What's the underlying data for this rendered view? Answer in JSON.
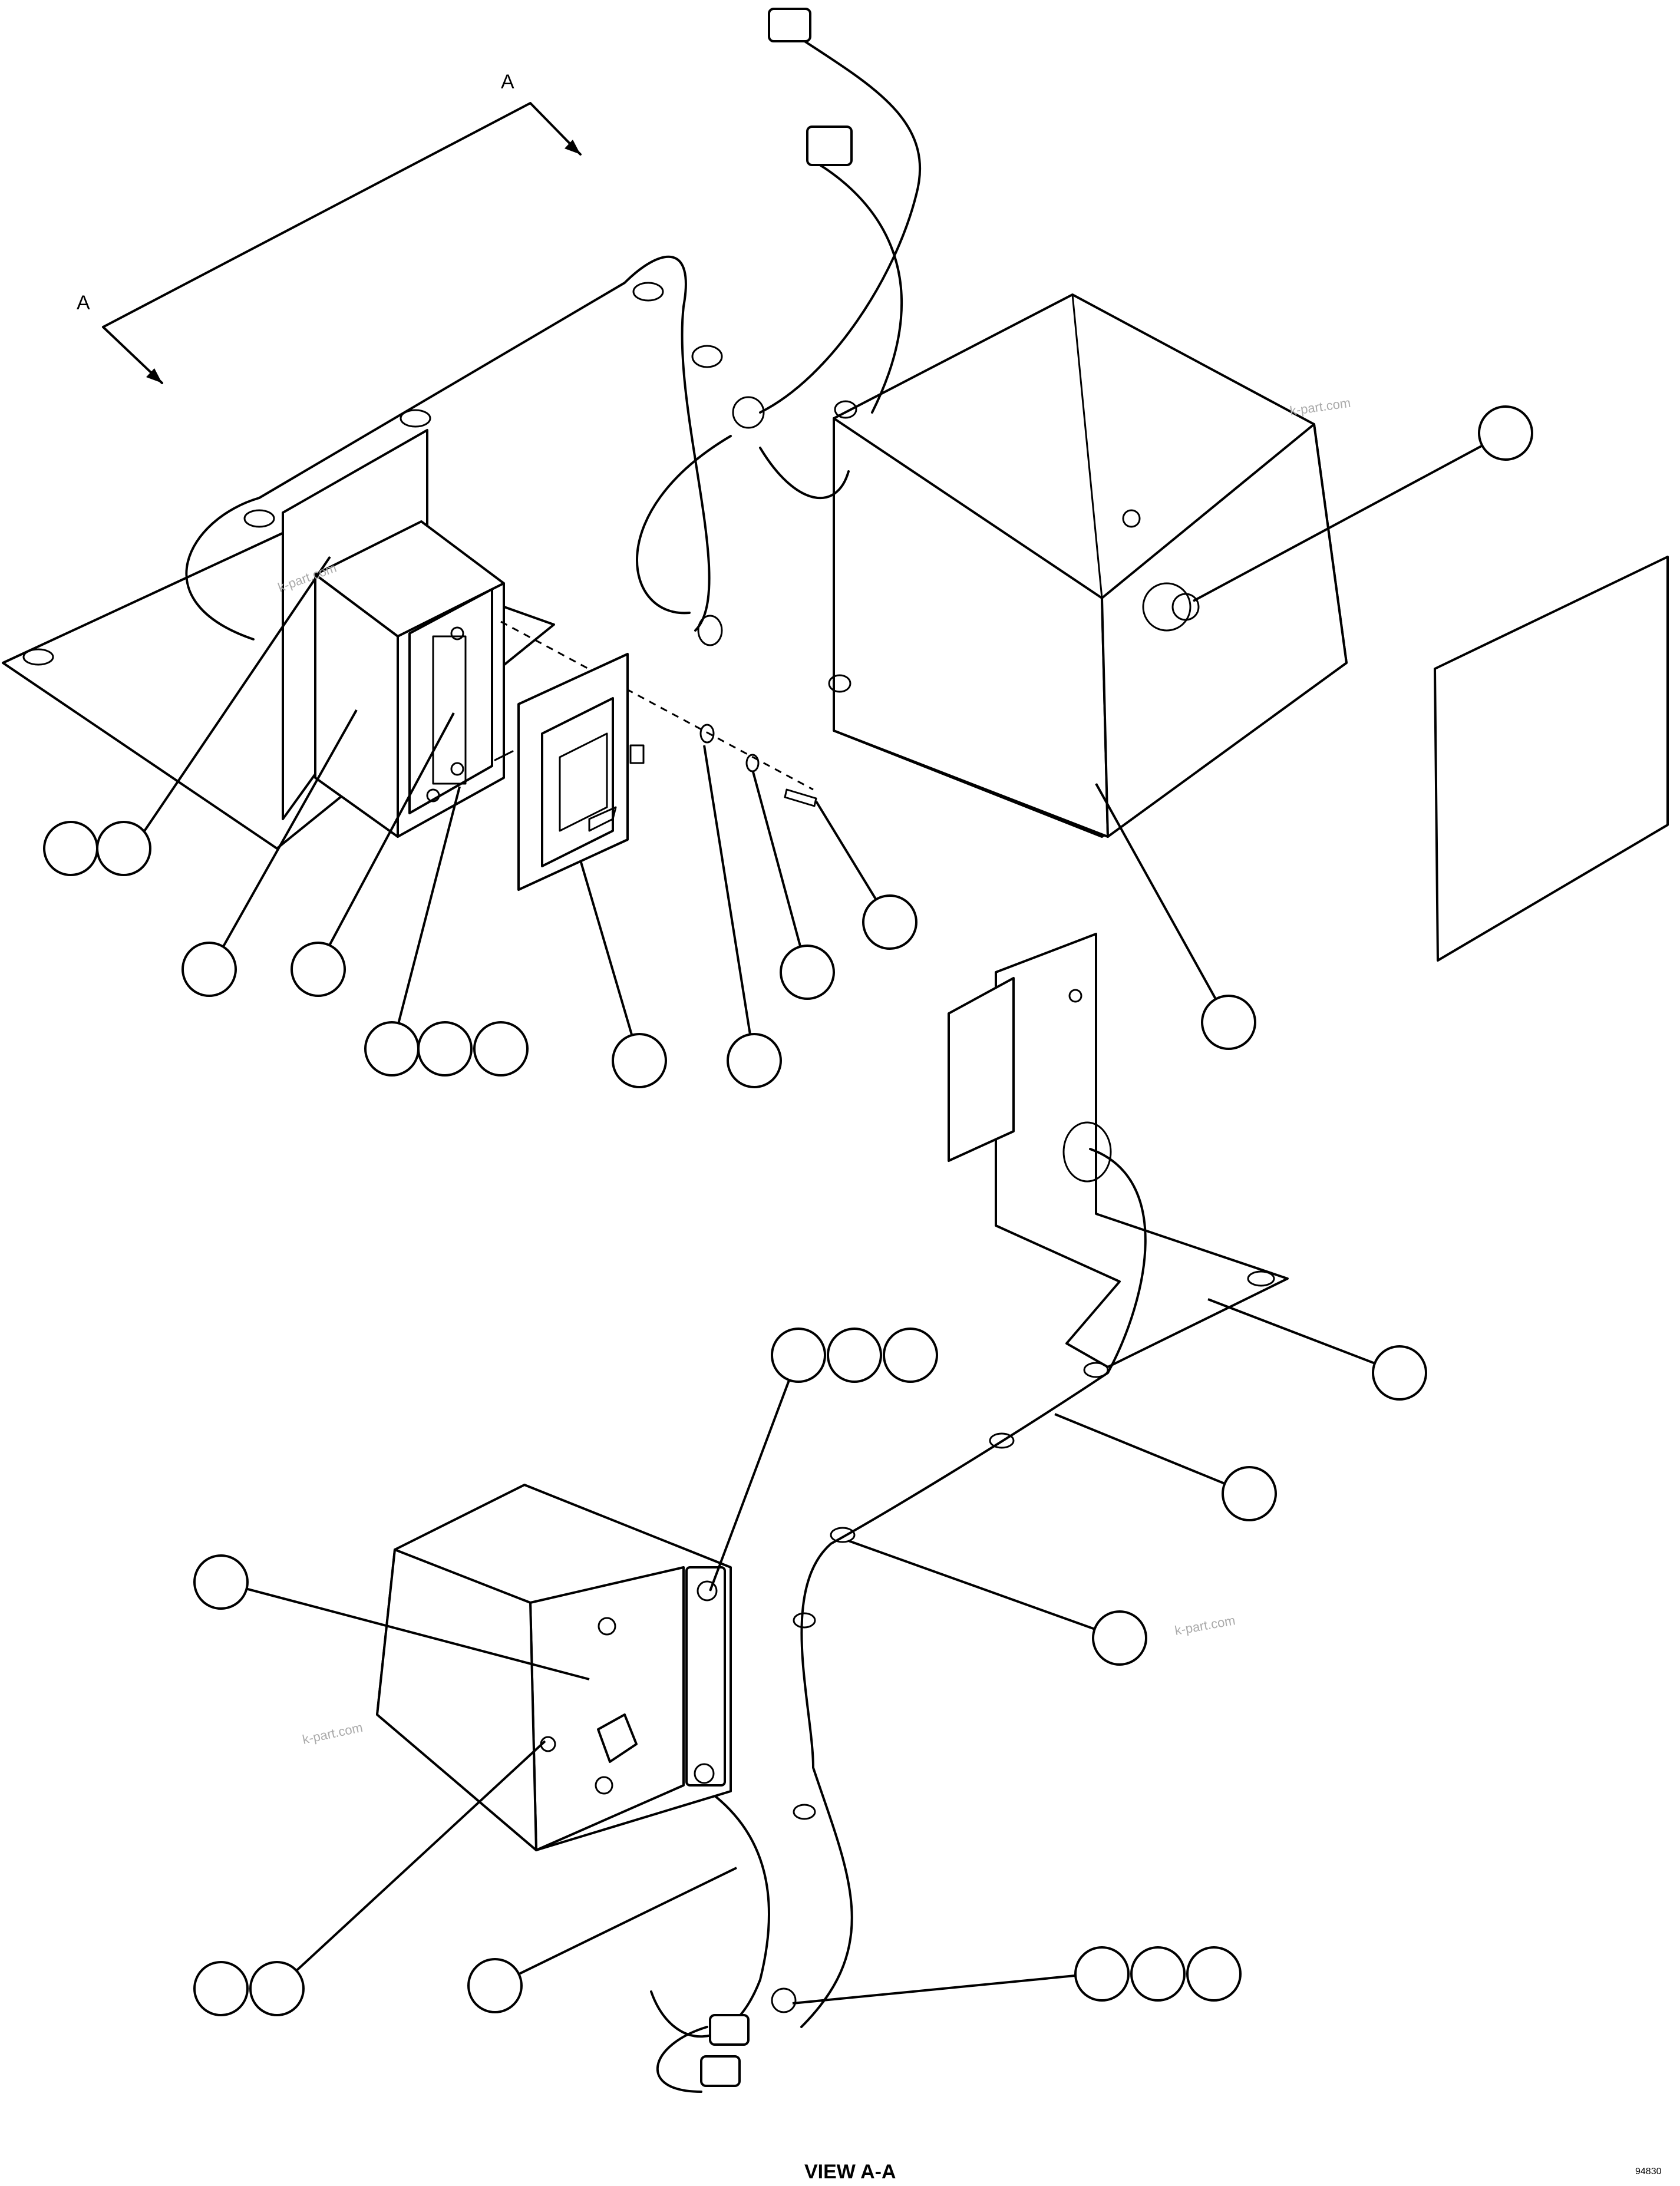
{
  "view": {
    "section_letter": "A",
    "title": "VIEW A-A",
    "drawing_code": "94830"
  },
  "watermark": {
    "text": "k-part.com"
  }
}
